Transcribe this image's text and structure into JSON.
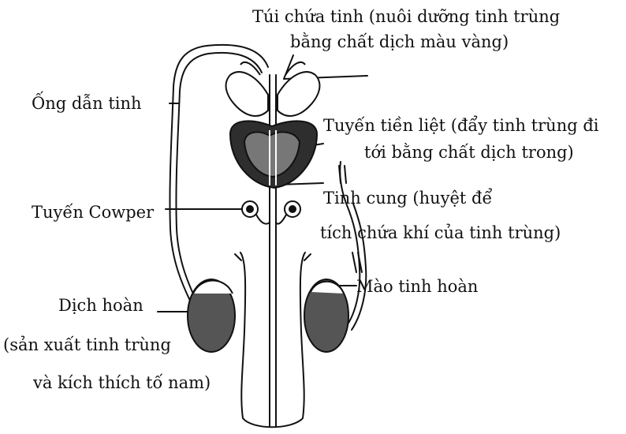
{
  "diagram": {
    "labels": {
      "seminal_vesicle": [
        "Túi chứa tinh (nuôi dưỡng tinh trùng",
        "bằng chất dịch màu vàng)"
      ],
      "vas_deferens": "Ống dẫn tinh",
      "prostate": [
        "Tuyến tiền liệt (đẩy tinh trùng đi",
        "tới bằng chất dịch trong)"
      ],
      "cowper_gland": "Tuyến Cowper",
      "penis": [
        "Tinh cung (huyệt để",
        "tích chứa khí của tinh trùng)"
      ],
      "epididymis": "Mào tinh hoàn",
      "testis": [
        "Dịch hoàn",
        "(sản xuất tinh trùng",
        "và kích thích tố nam)"
      ]
    },
    "colors": {
      "ink": "#111111",
      "paper": "#ffffff",
      "shade": "#3a3a3a"
    }
  }
}
